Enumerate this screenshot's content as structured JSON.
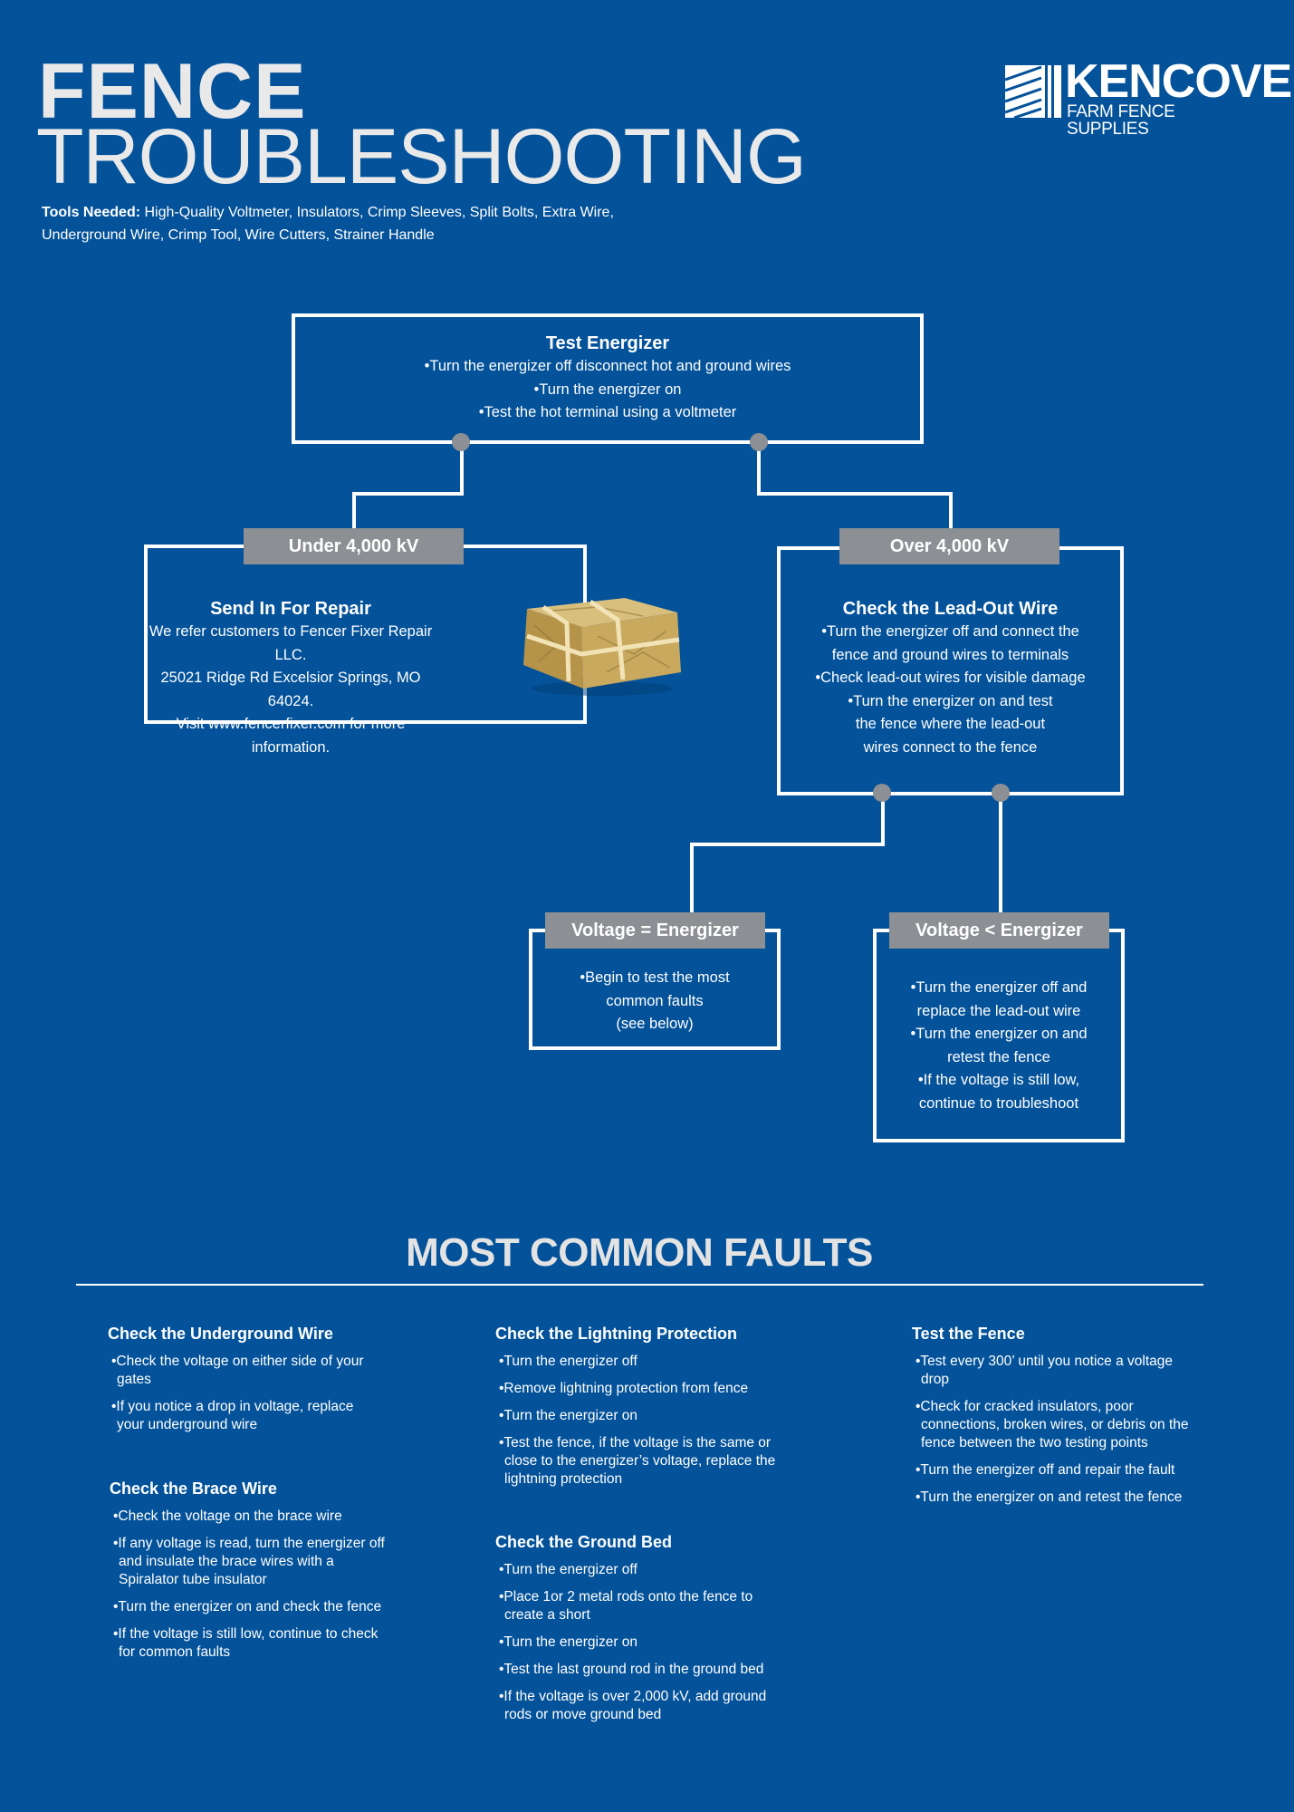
{
  "header": {
    "title_line1": "FENCE",
    "title_line2": "TROUBLESHOOTING",
    "tools_label": "Tools Needed:",
    "tools_text": "High-Quality Voltmeter, Insulators, Crimp Sleeves, Split Bolts, Extra Wire, Underground Wire, Crimp Tool, Wire Cutters, Strainer Handle"
  },
  "logo": {
    "name": "KENCOVE",
    "tagline": "FARM FENCE SUPPLIES",
    "icon": "fence-roll-icon"
  },
  "flowchart": {
    "test_energizer": {
      "title": "Test Energizer",
      "lines": [
        "•Turn the energizer off disconnect hot and ground wires",
        "•Turn the energizer on",
        "•Test the hot terminal using a voltmeter"
      ]
    },
    "under": {
      "tag": "Under 4,000 kV",
      "title": "Send In For Repair",
      "lines": [
        "We refer customers to Fencer Fixer Repair LLC.",
        "25021 Ridge Rd Excelsior Springs, MO 64024.",
        "Visit www.fencerfixer.com for more information."
      ],
      "image": "package-icon"
    },
    "over": {
      "tag": "Over 4,000 kV",
      "title": "Check the Lead-Out Wire",
      "lines": [
        "•Turn the energizer off and connect the",
        "fence and ground wires to terminals",
        "•Check lead-out wires for visible damage",
        "•Turn the energizer on and test",
        "the fence where the lead-out",
        "wires connect to the fence"
      ]
    },
    "equal": {
      "tag": "Voltage = Energizer",
      "lines": [
        "•Begin to test the most",
        "common faults",
        "(see below)"
      ]
    },
    "less": {
      "tag": "Voltage < Energizer",
      "lines": [
        "•Turn the energizer off and",
        "replace the lead-out wire",
        "•Turn the energizer on and",
        "retest the fence",
        "•If the voltage is still low,",
        "continue to troubleshoot"
      ]
    }
  },
  "faults": {
    "title": "MOST COMMON FAULTS",
    "sections": [
      {
        "title": "Check the Underground Wire",
        "items": [
          "•Check the voltage on either side of your gates",
          "•If you notice a drop in voltage, replace your underground wire"
        ]
      },
      {
        "title": "Check the Brace Wire",
        "items": [
          "•Check the voltage on the brace wire",
          "•If any voltage is read, turn the energizer off and insulate the brace wires with a Spiralator tube insulator",
          "•Turn the energizer on and check the fence",
          "•If the voltage is still low, continue to check for common faults"
        ]
      },
      {
        "title": "Check the Lightning Protection",
        "items": [
          "•Turn the energizer off",
          "•Remove lightning protection from fence",
          "•Turn the energizer on",
          "•Test the fence, if the voltage is the same or close to the energizer’s voltage, replace the lightning protection"
        ]
      },
      {
        "title": "Check the Ground Bed",
        "items": [
          "•Turn the energizer off",
          "•Place 1or 2 metal rods onto the fence to create a short",
          "•Turn the energizer on",
          "•Test the last ground rod in the ground bed",
          "•If the voltage is over 2,000 kV, add ground rods or move ground bed"
        ]
      },
      {
        "title": "Test the Fence",
        "items": [
          "•Test every 300’ until you notice a voltage drop",
          "•Check for cracked insulators, poor connections, broken wires, or debris on the fence between the two testing points",
          "•Turn the energizer off and repair the fault",
          "•Turn the energizer on and retest the fence"
        ]
      }
    ]
  },
  "colors": {
    "background": "#03529a",
    "tag_gray": "#8c8f93",
    "title_light": "#e9e9e9"
  }
}
